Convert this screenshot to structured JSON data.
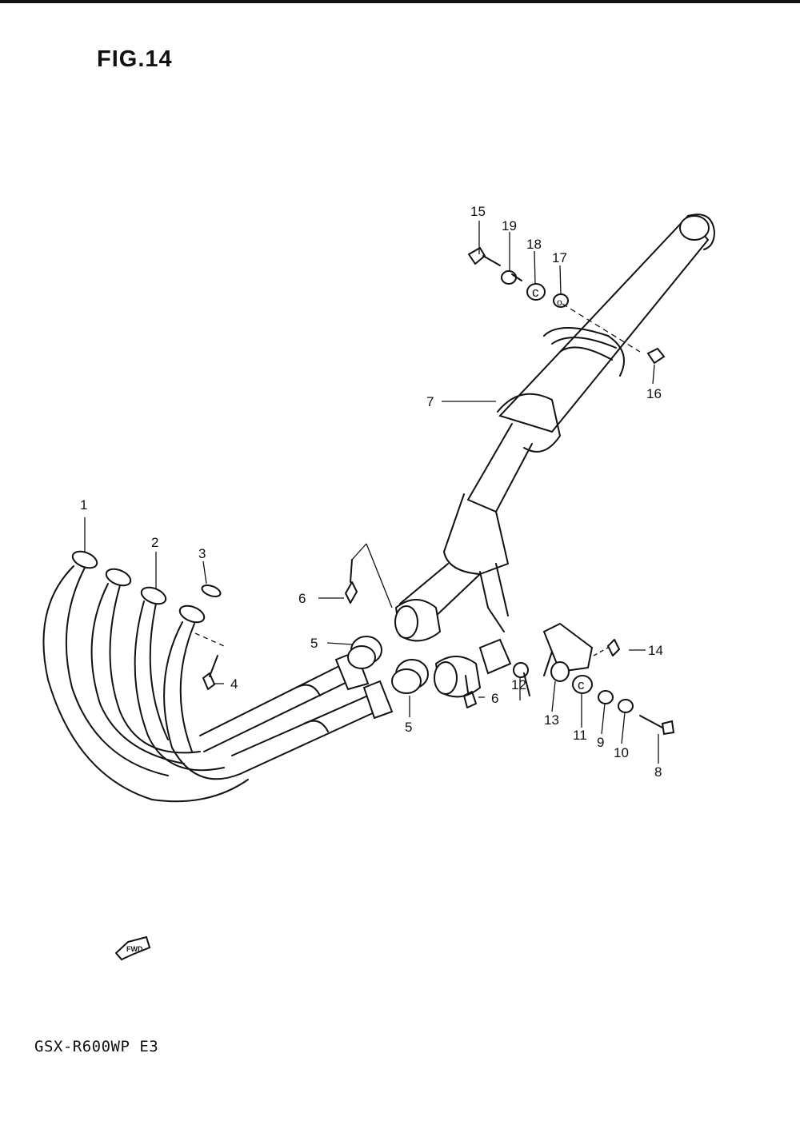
{
  "figure": {
    "title": "FIG.14",
    "model_code": "GSX-R600WP E3",
    "fwd_label": "FWD"
  },
  "callouts": [
    "1",
    "2",
    "3",
    "4",
    "5",
    "5",
    "6",
    "6",
    "7",
    "8",
    "9",
    "10",
    "11",
    "12",
    "13",
    "14",
    "15",
    "16",
    "17",
    "18",
    "19"
  ]
}
